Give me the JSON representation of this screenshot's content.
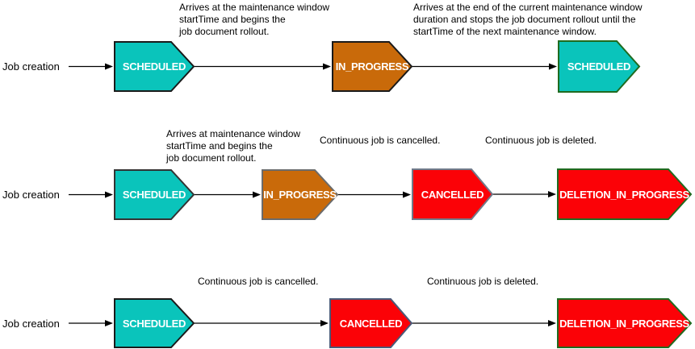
{
  "diagram": {
    "background": "#ffffff",
    "arrow_color": "#000000",
    "state_colors": {
      "scheduled_fill": "#0AC4BB",
      "in_progress_fill": "#C96A0A",
      "cancelled_fill": "#FB0207",
      "deletion_fill": "#FB0207"
    },
    "rows": [
      {
        "source_label": "Job creation",
        "annotations": [
          {
            "text": "Arrives at the maintenance window\nstartTime and begins the\njob document rollout."
          },
          {
            "text": "Arrives at the end of the current maintenance window\nduration and stops the job document rollout until the\nstartTime of the next maintenance window."
          }
        ],
        "nodes": [
          {
            "label": "SCHEDULED",
            "fill": "#0AC4BB",
            "stroke": "#1A1A1A"
          },
          {
            "label": "IN_PROGRESS",
            "fill": "#C96A0A",
            "stroke": "#1A1A1A"
          },
          {
            "label": "SCHEDULED",
            "fill": "#0AC4BB",
            "stroke": "#1F6B1F"
          }
        ]
      },
      {
        "source_label": "Job creation",
        "annotations": [
          {
            "text": "Arrives at maintenance window\nstartTime and begins the\njob document rollout."
          },
          {
            "text": "Continuous job is cancelled."
          },
          {
            "text": "Continuous job is deleted."
          }
        ],
        "nodes": [
          {
            "label": "SCHEDULED",
            "fill": "#0AC4BB",
            "stroke": "#333333"
          },
          {
            "label": "IN_PROGRESS",
            "fill": "#C96A0A",
            "stroke": "#6B6B6B"
          },
          {
            "label": "CANCELLED",
            "fill": "#FB0207",
            "stroke": "#707A8A"
          },
          {
            "label": "DELETION_IN_PROGRESS",
            "fill": "#FB0207",
            "stroke": "#1F6B1F"
          }
        ]
      },
      {
        "source_label": "Job creation",
        "annotations": [
          {
            "text": "Continuous job is cancelled."
          },
          {
            "text": "Continuous job is deleted."
          }
        ],
        "nodes": [
          {
            "label": "SCHEDULED",
            "fill": "#0AC4BB",
            "stroke": "#1A1A1A"
          },
          {
            "label": "CANCELLED",
            "fill": "#FB0207",
            "stroke": "#4A5A78"
          },
          {
            "label": "DELETION_IN_PROGRESS",
            "fill": "#FB0207",
            "stroke": "#1F6B1F"
          }
        ]
      }
    ]
  }
}
